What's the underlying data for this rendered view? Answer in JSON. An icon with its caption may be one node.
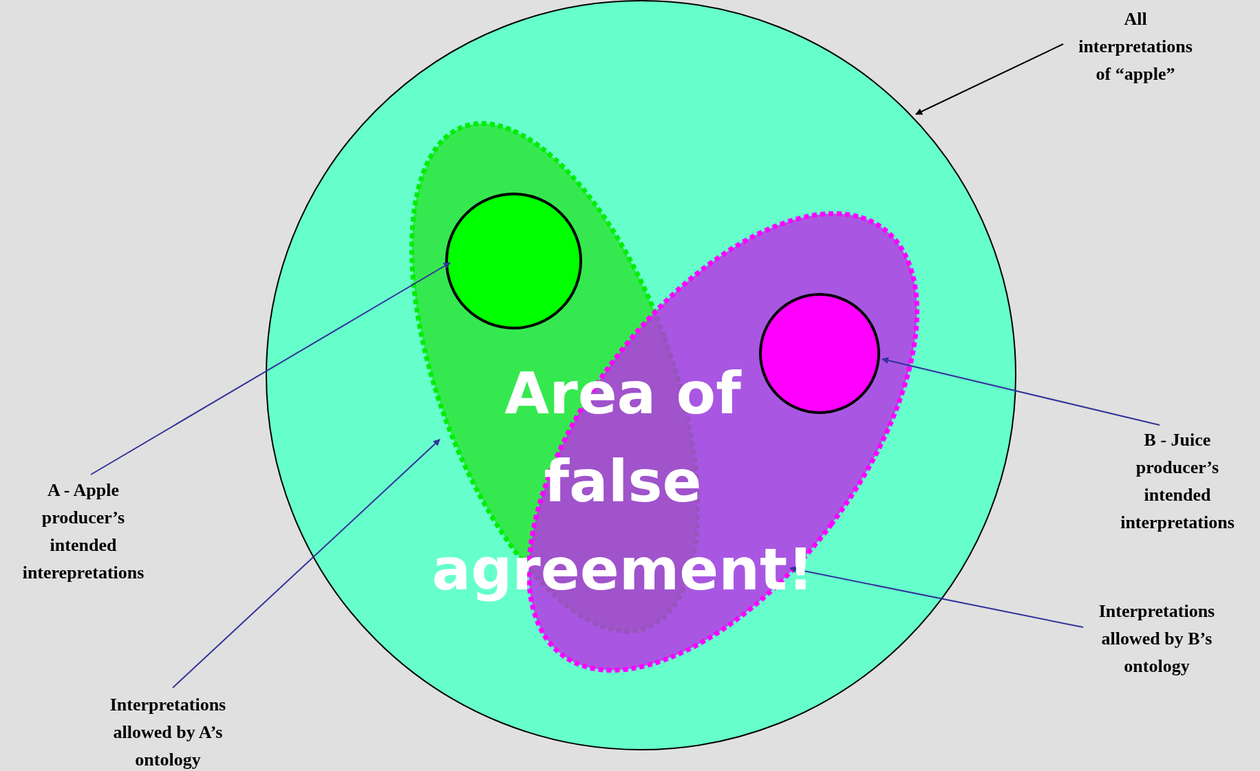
{
  "diagram": {
    "nodes": [
      {
        "text": [],
        "shape": "circle"
      },
      {
        "text": [],
        "shape": "ellipse",
        "in": 0
      },
      {
        "text": [],
        "shape": "circle",
        "in": 1
      },
      {
        "text": [],
        "shape": "ellipse",
        "in": 0
      },
      {
        "text": [],
        "shape": "circle",
        "in": 3
      },
      {
        "text": [
          "All interpretations of “apple”"
        ]
      },
      {
        "text": [
          "A - Apple producer’s intended interepretations"
        ]
      },
      {
        "text": [
          "Interpretations allowed by A’s ontology"
        ]
      },
      {
        "text": [
          "B - Juice producer’s intended interpretations"
        ]
      },
      {
        "text": [
          "Interpretations allowed by B’s ontology"
        ]
      }
    ],
    "edges": [
      {
        "from": 5,
        "to": 0,
        "arrow": "to",
        "color": "#000000"
      },
      {
        "from": 6,
        "to": 2,
        "arrow": "to"
      },
      {
        "from": 7,
        "to": 1,
        "arrow": "to"
      },
      {
        "from": 8,
        "to": 4,
        "arrow": "to"
      },
      {
        "from": 9,
        "to": 3,
        "arrow": "to"
      }
    ],
    "labels": [
      "Area of false agreement!"
    ]
  }
}
